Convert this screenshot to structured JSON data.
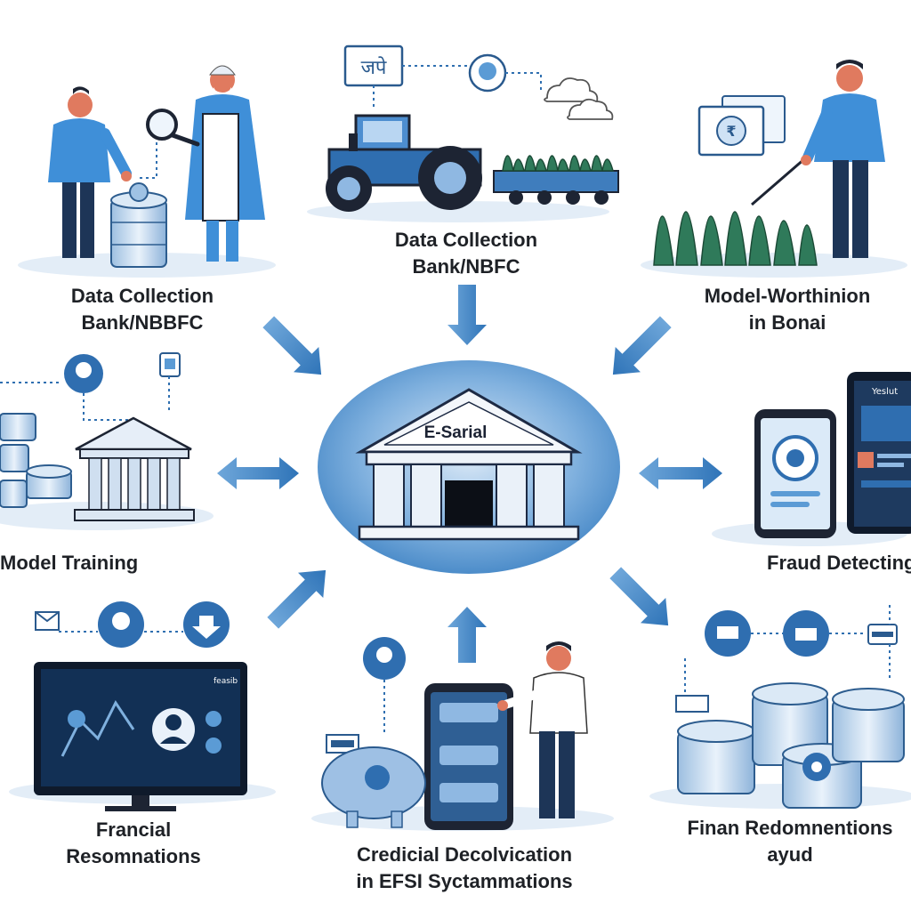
{
  "hub": {
    "label": "E-Sarial"
  },
  "nodes": [
    {
      "id": "data-collection-left",
      "lines": [
        "Data Collection",
        "Bank/NBBFC"
      ]
    },
    {
      "id": "data-collection-top",
      "lines": [
        "Data Collection",
        "Bank/NBFC"
      ]
    },
    {
      "id": "model-worthinion",
      "lines": [
        "Model-Worthinion",
        "in Bonai"
      ]
    },
    {
      "id": "model-training",
      "lines": [
        "Model Training"
      ]
    },
    {
      "id": "fraud-detecting",
      "lines": [
        "Fraud Detecting"
      ]
    },
    {
      "id": "francial-resomnations",
      "lines": [
        "Francial",
        "Resomnations"
      ]
    },
    {
      "id": "credicial-decolvication",
      "lines": [
        "Credicial Decolvication",
        "in EFSI Syctammations"
      ]
    },
    {
      "id": "finan-redomnentions",
      "lines": [
        "Finan Redomnentions",
        "ayud"
      ]
    }
  ],
  "tablet_header": "Yeslut",
  "monitor_header": "feasib",
  "sign_text": "जपे",
  "colors": {
    "accent": "#2f7fc1",
    "dark_blue": "#1d4f86",
    "hub_fill": "#5b9bd5",
    "light_blue": "#dbe9f6"
  },
  "icons": [
    "person-icon",
    "magnifier-icon",
    "coin-stack-icon",
    "tractor-icon",
    "cloud-icon",
    "plant-icon",
    "bank-building-icon",
    "phone-icon",
    "tablet-icon",
    "monitor-icon",
    "piggy-bank-icon",
    "gear-icon",
    "mail-icon",
    "location-pin-icon",
    "download-icon",
    "bank-icon"
  ]
}
